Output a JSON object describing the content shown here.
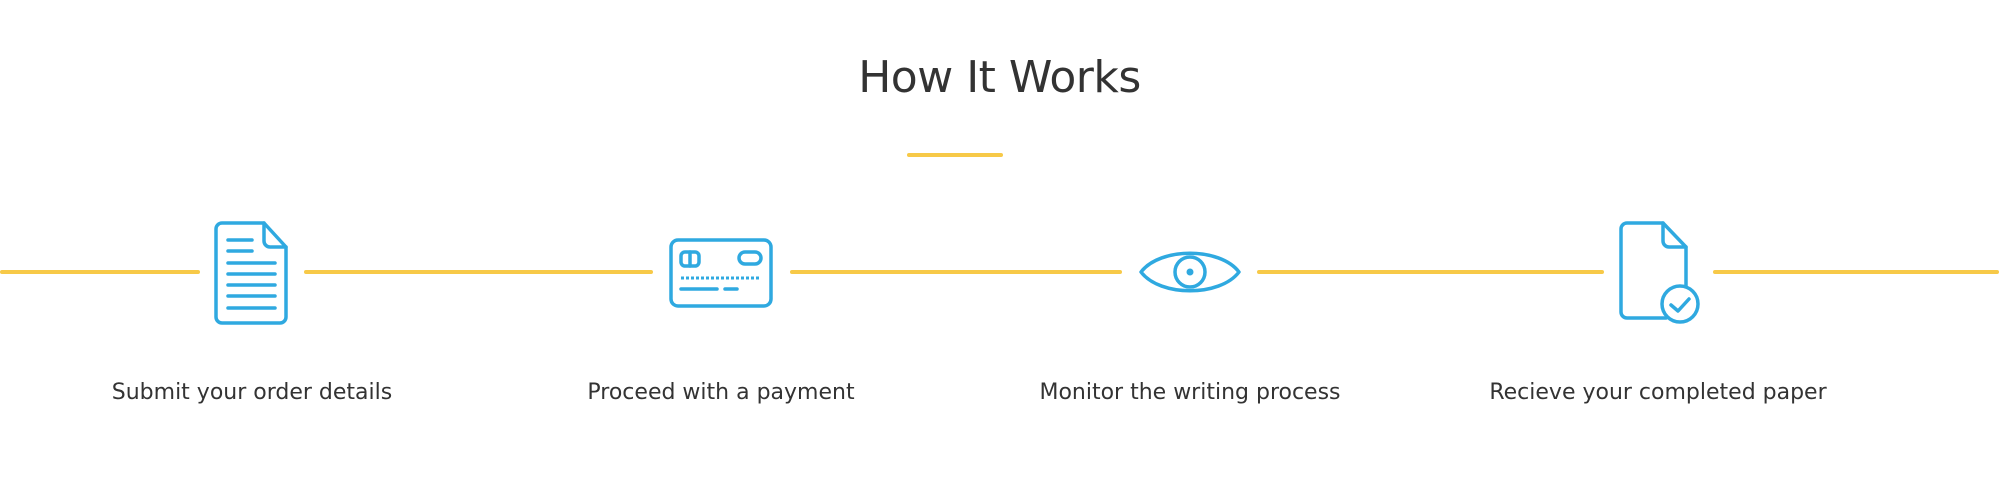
{
  "section": {
    "title": "How It Works",
    "accent_color": "#f7c948",
    "icon_color": "#2fa9e0"
  },
  "steps": [
    {
      "icon": "document-icon",
      "label": "Submit your order details"
    },
    {
      "icon": "credit-card-icon",
      "label": "Proceed with a payment"
    },
    {
      "icon": "eye-icon",
      "label": "Monitor the writing process"
    },
    {
      "icon": "document-check-icon",
      "label": "Recieve your completed paper"
    }
  ]
}
